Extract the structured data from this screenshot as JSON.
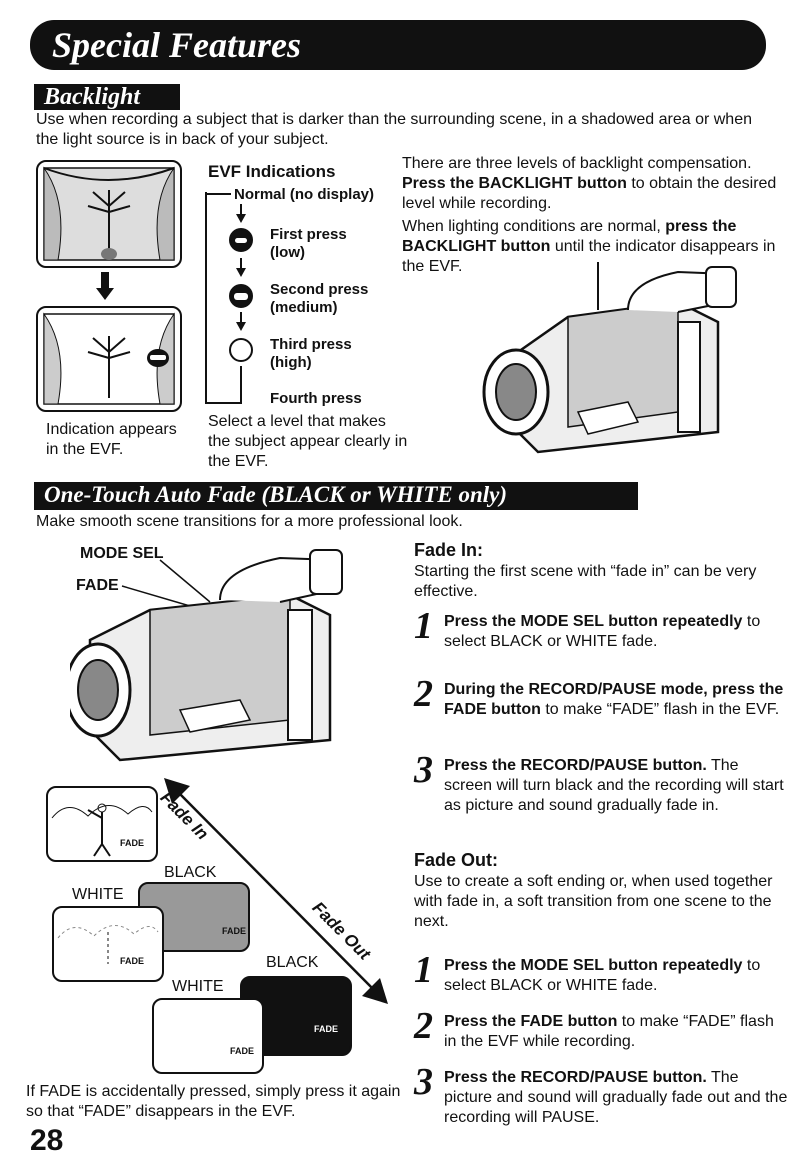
{
  "header": {
    "title": "Special Features"
  },
  "backlight": {
    "heading": "Backlight",
    "intro": "Use when recording a subject that is darker than the surrounding scene, in a shadowed area or when the light source is in back of your subject.",
    "evf_title": "EVF Indications",
    "levels": [
      "Normal (no display)",
      "First press\n(low)",
      "Second press\n(medium)",
      "Third press\n(high)",
      "Fourth press"
    ],
    "indication_caption": "Indication appears\nin the EVF.",
    "select_caption": "Select a level that makes\nthe subject appear clearly in\nthe EVF.",
    "para1_a": "There are three levels of backlight compensation. ",
    "para1_b": "Press the BACKLIGHT button",
    "para1_c": " to obtain the desired level while recording.",
    "para2_a": "When lighting conditions are normal, ",
    "para2_b": "press the BACKLIGHT button",
    "para2_c": " until the indicator disappears in the EVF."
  },
  "fade": {
    "heading": "One-Touch Auto Fade (BLACK or WHITE only)",
    "intro": "Make smooth scene transitions for a more professional look.",
    "label_mode_sel": "MODE SEL",
    "label_fade": "FADE",
    "label_fade_in": "Fade In",
    "label_fade_out": "Fade Out",
    "label_black_1": "BLACK",
    "label_white_1": "WHITE",
    "label_black_2": "BLACK",
    "label_white_2": "WHITE",
    "screen_fade": "FADE",
    "footnote": "If FADE is accidentally pressed, simply press it again so that “FADE” disappears in the EVF.",
    "fade_in_title": "Fade In:",
    "fade_in_desc": "Starting the first scene with “fade in” can be very effective.",
    "fade_out_title": "Fade Out:",
    "fade_out_desc": "Use to create a soft ending or, when used together with fade in, a soft transition from one scene to the next.",
    "steps_in": [
      {
        "num": "1",
        "bold": "Press the MODE SEL button repeatedly",
        "rest": " to select BLACK or WHITE fade."
      },
      {
        "num": "2",
        "bold": "During the RECORD/PAUSE mode, press the FADE button",
        "rest": " to make “FADE” flash in the EVF."
      },
      {
        "num": "3",
        "bold": "Press the RECORD/PAUSE button.",
        "rest": " The screen will turn black and the recording will start as picture and sound gradually fade in."
      }
    ],
    "steps_out": [
      {
        "num": "1",
        "bold": "Press the MODE SEL button repeatedly",
        "rest": " to select BLACK or WHITE fade."
      },
      {
        "num": "2",
        "bold": "Press the FADE button",
        "rest": " to make “FADE” flash in the EVF while recording."
      },
      {
        "num": "3",
        "bold": "Press the RECORD/PAUSE button.",
        "rest": " The picture and sound will gradually fade out and the recording will PAUSE."
      }
    ]
  },
  "page_number": "28"
}
